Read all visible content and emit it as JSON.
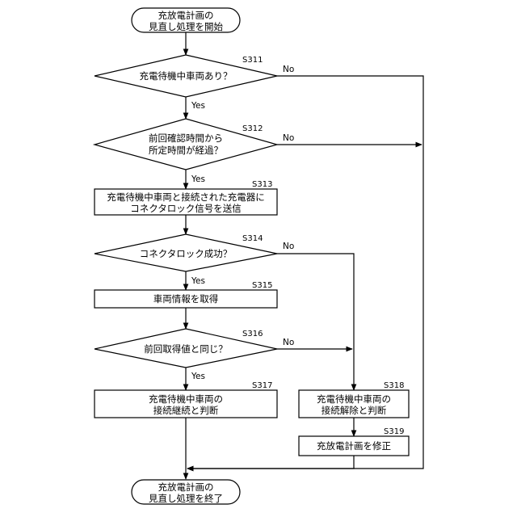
{
  "flowchart": {
    "start": {
      "line1": "充放電計画の",
      "line2": "見直し処理を開始"
    },
    "end": {
      "line1": "充放電計画の",
      "line2": "見直し処理を終了"
    },
    "s311": {
      "step": "S311",
      "text": "充電待機中車両あり？",
      "no": "No",
      "yes": "Yes"
    },
    "s312": {
      "step": "S312",
      "line1": "前回確認時間から",
      "line2": "所定時間が経過？",
      "no": "No",
      "yes": "Yes"
    },
    "s313": {
      "step": "S313",
      "line1": "充電待機中車両と接続された充電器に",
      "line2": "コネクタロック信号を送信"
    },
    "s314": {
      "step": "S314",
      "text": "コネクタロック成功？",
      "no": "No",
      "yes": "Yes"
    },
    "s315": {
      "step": "S315",
      "text": "車両情報を取得"
    },
    "s316": {
      "step": "S316",
      "text": "前回取得値と同じ？",
      "no": "No",
      "yes": "Yes"
    },
    "s317": {
      "step": "S317",
      "line1": "充電待機中車両の",
      "line2": "接続継続と判断"
    },
    "s318": {
      "step": "S318",
      "line1": "充電待機中車両の",
      "line2": "接続解除と判断"
    },
    "s319": {
      "step": "S319",
      "text": "充放電計画を修正"
    }
  }
}
